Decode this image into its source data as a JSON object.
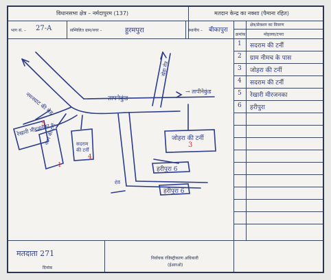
{
  "header": {
    "left_title": "विधानसभा क्षेत्र – नर्मदापुरम (137)",
    "right_title": "मतदान केन्द्र का नक्शा (पैमाना रहित)"
  },
  "subheader": {
    "part_no_label": "भाग सं. –",
    "part_no_value": "27-A",
    "village_label": "सम्मिलित ग्राम/नगर –",
    "village_value": "हुरमपुरा",
    "locality_label": "स्थानीय –",
    "locality_value": "बीकापुरा"
  },
  "section_table": {
    "heading": "क्षेत्र/सेक्शन का विवरण",
    "col_no": "क्रमांक",
    "col_name": "मोहल्ला/टपरा",
    "rows": [
      {
        "no": "1",
        "name": "सदराम की टर्नी"
      },
      {
        "no": "2",
        "name": "ग्राम नीमच के पास"
      },
      {
        "no": "3",
        "name": "जोहरा की टर्नी"
      },
      {
        "no": "4",
        "name": "सदराम की टर्नी"
      },
      {
        "no": "5",
        "name": "रेखारी मीरजनका"
      },
      {
        "no": "6",
        "name": "हरीपुरा"
      }
    ]
  },
  "map": {
    "road_left": "नमनघाट की रोड",
    "road_top": "खेड़ा रोड",
    "junction": "तापनेकुंड",
    "to_right": "→ तापीनेकुंड",
    "house_1": "रेखारी मीरजनका",
    "house_1_no": "5",
    "house_2": "नमन की टर्नी",
    "house_2_no": "1",
    "house_3": "सदराम की टर्नी",
    "house_3_no": "4",
    "house_4": "जोहरा की टर्नी",
    "house_4_no": "3",
    "hari_1": "हरीपुरा 6",
    "hari_2": "हरीपुरा 6",
    "road_bottom": "रोड"
  },
  "footer": {
    "count_value": "मतदाता 271",
    "sign_left": "दिनांक",
    "sign_right_1": "निर्वाचक रजिस्ट्रीकरण अधिकारी",
    "sign_right_2": "(ईआरओ)"
  }
}
